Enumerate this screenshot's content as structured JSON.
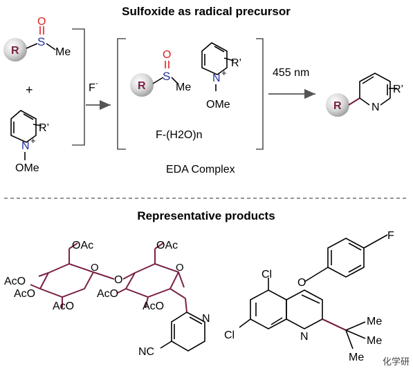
{
  "header": {
    "title": "Sulfoxide as radical precursor",
    "subtitle": "Representative products"
  },
  "scheme": {
    "reagent_sulfoxide": {
      "r_label": "R",
      "s_label": "S",
      "o_label": "O",
      "me_label": "Me"
    },
    "plus": "+",
    "reagent_pyridinium": {
      "n_label": "N",
      "charge": "+",
      "ome_label": "OMe",
      "rprime_label": "R’"
    },
    "additive": {
      "base": "F",
      "charge": "-"
    },
    "complex": {
      "r_label": "R",
      "s_label": "S",
      "o_label": "O",
      "me_label": "Me",
      "n_label": "N",
      "charge": "+",
      "ome_label": "OMe",
      "rprime_label": "R’",
      "fluoride_hydrate": "F-(H2O)n",
      "caption": "EDA Complex"
    },
    "irradiation": "455 nm",
    "product": {
      "r_label": "R",
      "n_label": "N",
      "rprime_label": "R’"
    }
  },
  "products": {
    "sugar": {
      "oac_top_left": "OAc",
      "oac_top_right": "OAc",
      "aco_1": "AcO",
      "aco_2": "AcO",
      "aco_3": "AcO",
      "aco_4": "AcO",
      "aco_5": "AcO",
      "o_bridge": "O",
      "o_ring1": "O",
      "o_ring2": "O",
      "n_label": "N",
      "nc_label": "NC"
    },
    "quinoline": {
      "f_label": "F",
      "o_label": "O",
      "cl_top": "Cl",
      "cl_bottom": "Cl",
      "n_label": "N",
      "me_1": "Me",
      "me_2": "Me",
      "me_3": "Me"
    }
  },
  "watermark": "化学研",
  "colors": {
    "sulfur_blue": "#1f2fa0",
    "red_oxygen": "#e02020",
    "product_bond": "#7a2046",
    "sphere": "#c8c8c8",
    "divider": "#555555"
  }
}
